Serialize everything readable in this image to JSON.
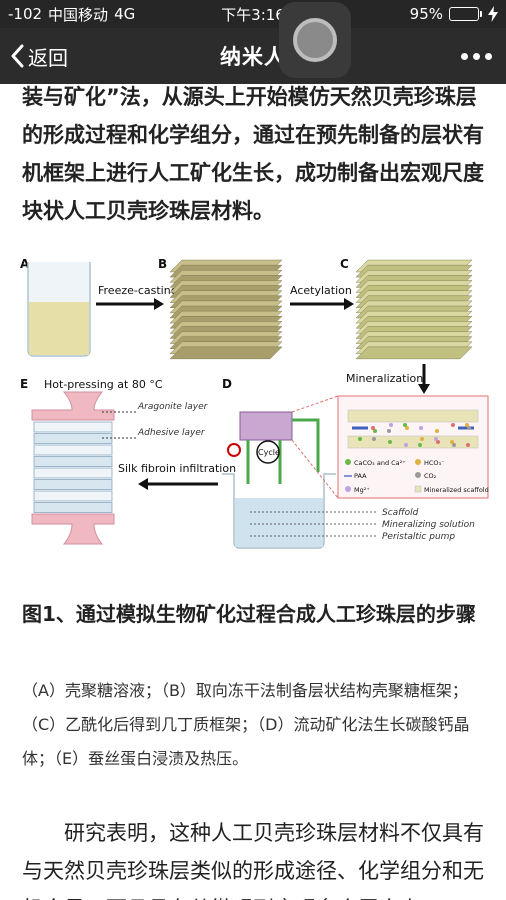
{
  "status_bar": {
    "signal": "-102",
    "carrier": "中国移动",
    "network": "4G",
    "time": "下午3:16",
    "battery_percent": "95%",
    "battery_level": 0.95
  },
  "nav": {
    "back_label": "返回",
    "title": "纳米人"
  },
  "article": {
    "top_text": "装与矿化”法，从源头上开始模仿天然贝壳珍珠层的形成过程和化学组分，通过在预先制备的层状有机框架上进行人工矿化生长，成功制备出宏观尺度块状人工贝壳珍珠层材料。",
    "figure": {
      "panel_a": "A",
      "panel_b": "B",
      "panel_c": "C",
      "panel_d": "D",
      "panel_e": "E",
      "freeze_casting": "Freeze-casting",
      "acetylation": "Acetylation",
      "mineralization": "Mineralization",
      "hot_pressing": "Hot-pressing at 80 °C",
      "aragonite_layer": "Aragonite layer",
      "adhesive_layer": "Adhesive layer",
      "silk_fibroin": "Silk fibroin infiltration",
      "cycle": "Cycle",
      "scaffold": "Scaffold",
      "mineralizing_solution": "Mineralizing solution",
      "peristaltic_pump": "Peristaltic pump",
      "legend_caco3": "CaCO₃ and Ca²⁺",
      "legend_hco3": "HCO₃⁻",
      "legend_paa": "PAA",
      "legend_co2": "CO₂",
      "legend_mg": "Mg²⁺",
      "legend_scaffold": "Mineralized scaffold"
    },
    "caption_title": "图1、通过模拟生物矿化过程合成人工珍珠层的步骤",
    "caption_body": "（A）壳聚糖溶液；（B）取向冻干法制备层状结构壳聚糖框架；（C）乙酰化后得到几丁质框架；（D）流动矿化法生长碳酸钙晶体；（E）蚕丝蛋白浸渍及热压。",
    "body_para": "研究表明，这种人工贝壳珍珠层材料不仅具有与天然贝壳珍珠层类似的形成途径、化学组分和无机含量，而且具有从微观到宏观多个层次上"
  }
}
